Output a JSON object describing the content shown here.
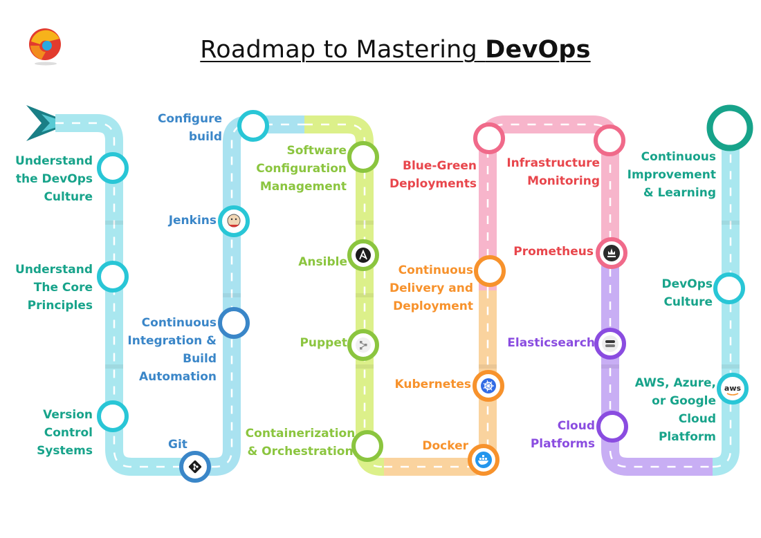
{
  "title": {
    "prefix": "Roadmap to Mastering",
    "emphasis": "DevOps"
  },
  "colors": {
    "cyan": "#29C6D6",
    "blue": "#3A86C8",
    "lime": "#8BC53F",
    "orange": "#F7922C",
    "pink": "#F06A8A",
    "red": "#E8464C",
    "purple": "#8A4CE0",
    "teal": "#17A38A"
  },
  "steps": [
    {
      "id": "understand-devops-culture",
      "lines": [
        "Understand",
        "the DevOps",
        "Culture"
      ],
      "icon": ""
    },
    {
      "id": "understand-core-principles",
      "lines": [
        "Understand",
        "The Core",
        "Principles"
      ],
      "icon": ""
    },
    {
      "id": "version-control-systems",
      "lines": [
        "Version",
        "Control",
        "Systems"
      ],
      "icon": ""
    },
    {
      "id": "git",
      "lines": [
        "Git"
      ],
      "icon": "git-icon"
    },
    {
      "id": "continuous-integration",
      "lines": [
        "Continuous",
        "Integration &",
        "Build",
        "Automation"
      ],
      "icon": ""
    },
    {
      "id": "jenkins",
      "lines": [
        "Jenkins"
      ],
      "icon": "jenkins-icon"
    },
    {
      "id": "configure-build",
      "lines": [
        "Configure",
        "build"
      ],
      "icon": ""
    },
    {
      "id": "software-configuration-management",
      "lines": [
        "Software",
        "Configuration",
        "Management"
      ],
      "icon": ""
    },
    {
      "id": "ansible",
      "lines": [
        "Ansible"
      ],
      "icon": "ansible-icon"
    },
    {
      "id": "puppet",
      "lines": [
        "Puppet"
      ],
      "icon": "puppet-icon"
    },
    {
      "id": "containerization",
      "lines": [
        "Containerization",
        "& Orchestration"
      ],
      "icon": ""
    },
    {
      "id": "docker",
      "lines": [
        "Docker"
      ],
      "icon": "docker-icon"
    },
    {
      "id": "kubernetes",
      "lines": [
        "Kubernetes"
      ],
      "icon": "kubernetes-icon"
    },
    {
      "id": "continuous-delivery",
      "lines": [
        "Continuous",
        "Delivery and",
        "Deployment"
      ],
      "icon": ""
    },
    {
      "id": "blue-green",
      "lines": [
        "Blue-Green",
        "Deployments"
      ],
      "icon": ""
    },
    {
      "id": "infrastructure-monitoring",
      "lines": [
        "Infrastructure",
        "Monitoring"
      ],
      "icon": ""
    },
    {
      "id": "prometheus",
      "lines": [
        "Prometheus"
      ],
      "icon": "prometheus-icon"
    },
    {
      "id": "elasticsearch",
      "lines": [
        "Elasticsearch"
      ],
      "icon": "elasticsearch-icon"
    },
    {
      "id": "cloud-platforms",
      "lines": [
        "Cloud",
        "Platforms"
      ],
      "icon": ""
    },
    {
      "id": "aws-azure-google",
      "lines": [
        "AWS, Azure,",
        "or Google",
        "Cloud",
        "Platform"
      ],
      "icon": "aws-icon",
      "icon_text": "aws"
    },
    {
      "id": "devops-culture",
      "lines": [
        "DevOps",
        "Culture"
      ],
      "icon": ""
    },
    {
      "id": "continuous-improvement",
      "lines": [
        "Continuous",
        "Improvement",
        "& Learning"
      ],
      "icon": ""
    }
  ]
}
